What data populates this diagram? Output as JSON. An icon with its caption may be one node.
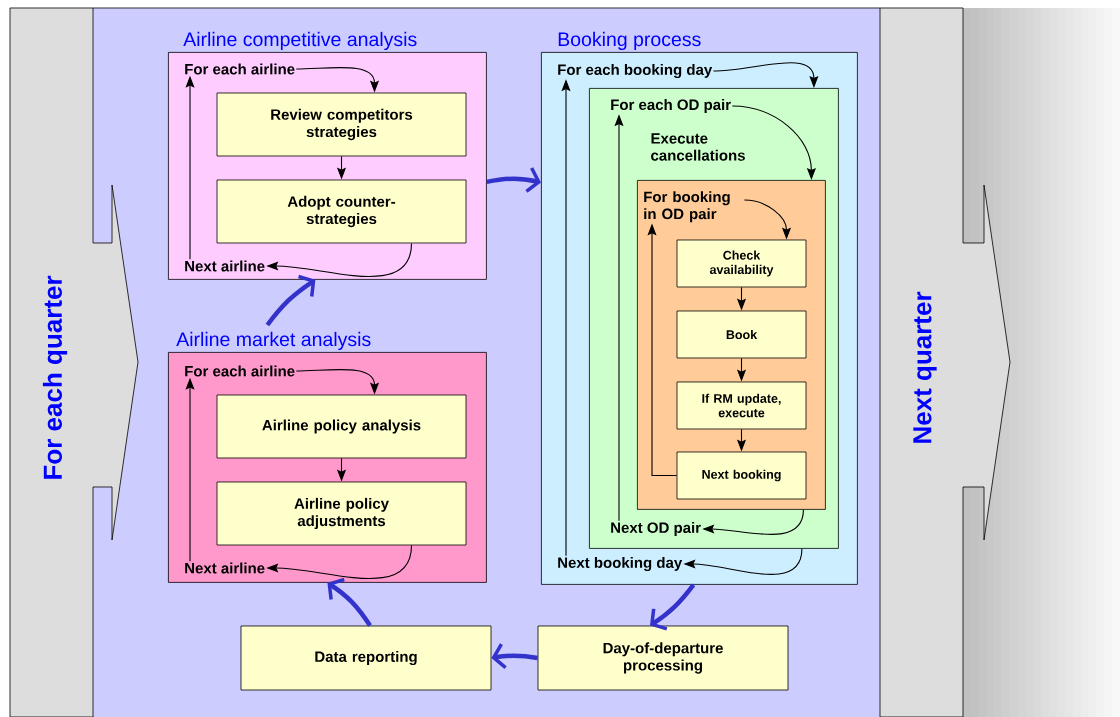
{
  "diagram": {
    "nodes": [
      {
        "text": [
          "For each quarter"
        ]
      },
      {
        "text": [
          "Next quarter"
        ]
      },
      {
        "text": [
          "Airline competitive analysis"
        ]
      },
      {
        "text": [
          "For each airline"
        ],
        "in": 2
      },
      {
        "text": [
          "Review competitors strategies"
        ],
        "in": 2
      },
      {
        "text": [
          "Adopt counter-strategies"
        ],
        "in": 2
      },
      {
        "text": [
          "Next airline"
        ],
        "in": 2
      },
      {
        "text": [
          "Airline market analysis"
        ]
      },
      {
        "text": [
          "For each airline"
        ],
        "in": 7
      },
      {
        "text": [
          "Airline policy analysis"
        ],
        "in": 7
      },
      {
        "text": [
          "Airline policy adjustments"
        ],
        "in": 7
      },
      {
        "text": [
          "Next airline"
        ],
        "in": 7
      },
      {
        "text": [
          "Booking process"
        ]
      },
      {
        "text": [
          "For each booking day"
        ],
        "in": 12
      },
      {
        "text": [],
        "shape": "box",
        "in": 12
      },
      {
        "text": [
          "For each OD pair"
        ],
        "in": 14
      },
      {
        "text": [
          "Execute cancellations"
        ],
        "in": 14
      },
      {
        "text": [],
        "shape": "box",
        "in": 14
      },
      {
        "text": [
          "For booking in OD pair"
        ],
        "in": 17
      },
      {
        "text": [
          "Check availability"
        ],
        "in": 17
      },
      {
        "text": [
          "Book"
        ],
        "in": 17
      },
      {
        "text": [
          "If RM update, execute"
        ],
        "in": 17
      },
      {
        "text": [
          "Next booking"
        ],
        "in": 17
      },
      {
        "text": [
          "Next OD pair"
        ],
        "in": 14
      },
      {
        "text": [
          "Next booking day"
        ],
        "in": 12
      },
      {
        "text": [
          "Day-of-departure processing"
        ]
      },
      {
        "text": [
          "Data reporting"
        ]
      }
    ],
    "edges": [
      {
        "from": 3,
        "to": 4,
        "arrow": "to"
      },
      {
        "from": 4,
        "to": 5,
        "arrow": "to"
      },
      {
        "from": 5,
        "to": 6,
        "arrow": "to"
      },
      {
        "from": 6,
        "to": 3,
        "arrow": "to"
      },
      {
        "from": 8,
        "to": 9,
        "arrow": "to"
      },
      {
        "from": 9,
        "to": 10,
        "arrow": "to"
      },
      {
        "from": 10,
        "to": 11,
        "arrow": "to"
      },
      {
        "from": 11,
        "to": 8,
        "arrow": "to"
      },
      {
        "from": 13,
        "to": 14,
        "arrow": "to"
      },
      {
        "from": 15,
        "to": 17,
        "arrow": "to"
      },
      {
        "from": 18,
        "to": 19,
        "arrow": "to"
      },
      {
        "from": 19,
        "to": 20,
        "arrow": "to"
      },
      {
        "from": 20,
        "to": 21,
        "arrow": "to"
      },
      {
        "from": 21,
        "to": 22,
        "arrow": "to"
      },
      {
        "from": 22,
        "to": 18,
        "arrow": "to"
      },
      {
        "from": 17,
        "to": 23,
        "arrow": "to"
      },
      {
        "from": 14,
        "to": 24,
        "arrow": "to"
      },
      {
        "from": 23,
        "to": 15,
        "arrow": "to"
      },
      {
        "from": 24,
        "to": 13,
        "arrow": "to"
      },
      {
        "from": 2,
        "to": 12,
        "arrow": "to",
        "style": "thick",
        "color": "#3333cc"
      },
      {
        "from": 12,
        "to": 25,
        "arrow": "to",
        "style": "thick",
        "color": "#3333cc"
      },
      {
        "from": 25,
        "to": 26,
        "arrow": "to",
        "style": "thick",
        "color": "#3333cc"
      },
      {
        "from": 26,
        "to": 7,
        "arrow": "to",
        "style": "thick",
        "color": "#3333cc"
      },
      {
        "from": 7,
        "to": 2,
        "arrow": "to",
        "style": "thick",
        "color": "#3333cc"
      }
    ]
  }
}
